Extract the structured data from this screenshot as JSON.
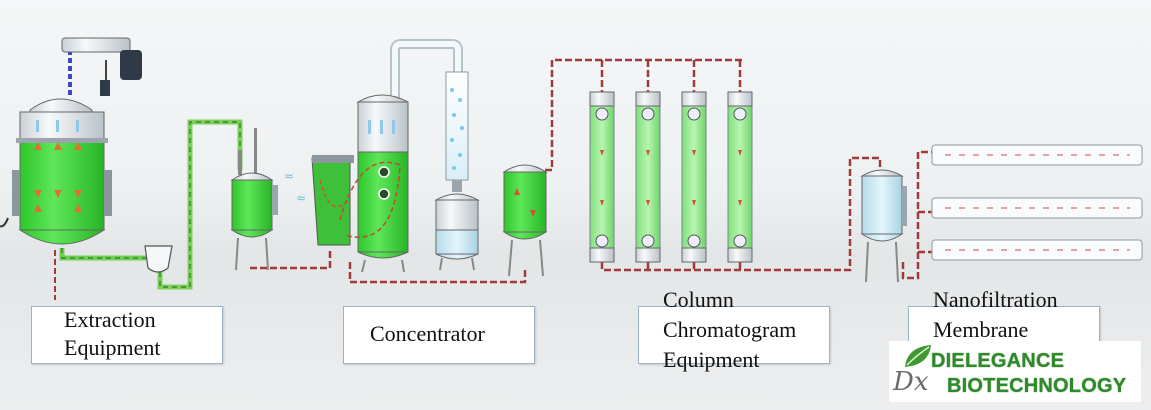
{
  "labels": {
    "extraction": {
      "line1": "Extraction",
      "line2": "Equipment"
    },
    "concentrator": {
      "line1": "Concentrator"
    },
    "column": {
      "line1": "Column",
      "line2": "Chromatogram",
      "line3": "Equipment"
    },
    "nanofiltration": {
      "line1": "Nanofiltration",
      "line2": "Membrane"
    }
  },
  "logo": {
    "monogram": "Dx",
    "line1": "DIELEGANCE",
    "line2": "BIOTECHNOLOGY"
  },
  "colors": {
    "liquid_green": "#3dd43a",
    "pipe_green": "#7ccf5a",
    "pipe_red": "#a13a3a",
    "tank_body": "#e9eef2",
    "water_blue": "#cfeaf5",
    "logo_green": "#2f8a2a"
  }
}
